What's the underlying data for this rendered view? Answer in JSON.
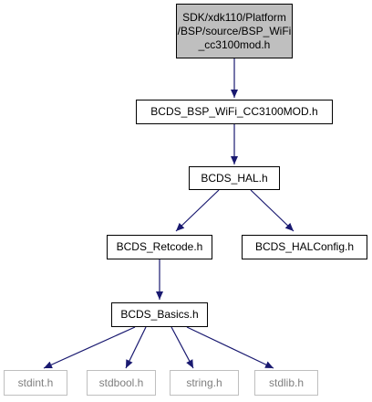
{
  "colors": {
    "edge": "#191970",
    "root_fill": "#bfbfbf",
    "ext_border": "#bfbfbf",
    "ext_text": "#7f7f7f"
  },
  "nodes": {
    "root": {
      "lines": [
        "SDK/xdk110/Platform",
        "/BSP/source/BSP_WiFi",
        "_cc3100mod.h"
      ]
    },
    "bsp_wifi": "BCDS_BSP_WiFi_CC3100MOD.h",
    "hal": "BCDS_HAL.h",
    "retcode": "BCDS_Retcode.h",
    "halconfig": "BCDS_HALConfig.h",
    "basics": "BCDS_Basics.h",
    "stdint": "stdint.h",
    "stdbool": "stdbool.h",
    "string": "string.h",
    "stdlib": "stdlib.h"
  }
}
